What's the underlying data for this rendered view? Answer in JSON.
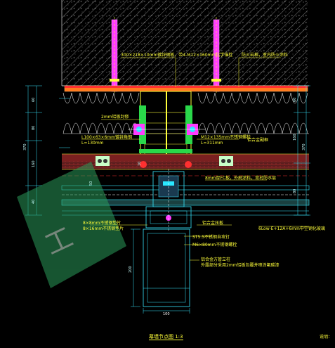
{
  "notes": {
    "steel_plate": "300×218×10mm镀锌钢板，带4-M12×160mm化学锚栓",
    "fireproof": "防火岩棉，室内防火涂料",
    "aluminum_2mm": "2mm铝板封修",
    "angle_steel": "L100×63×6mm镀锌角钢",
    "angle_length": "L=130mm",
    "bolt": "M12×135mm不锈钢螺栓",
    "bolt_length": "L=311mm",
    "insulation": "铝合金副框",
    "fc_board": "8mm厚FC板，外刷涂料，背衬防水层",
    "plate_8mm_1": "8×8mm不锈钢垫片",
    "plate_8mm_2": "8×16mm不锈钢垫片",
    "steel_pad": "铝合金压板",
    "glass": "6Low-E+12A+6mm中空钢化玻璃",
    "self_screw": "ST5.5不锈钢自攻钉",
    "bolt_m6": "M6×80mm不锈钢螺栓",
    "profile": "铝合金方管立柱",
    "profile_2": "外露部分采用2mm铝板包覆并喷涂氟碳漆"
  },
  "dims": {
    "left_total": "370",
    "left_a": "60",
    "left_b": "80",
    "left_c": "160",
    "left_d": "40",
    "right_total": "370",
    "right_a": "60",
    "right_b": "160",
    "right_c": "80",
    "bottom_width": "100",
    "post_height": "200",
    "small_a": "50",
    "small_b": "10"
  },
  "title": "幕墙节点图 1:3",
  "note_label": "说明："
}
